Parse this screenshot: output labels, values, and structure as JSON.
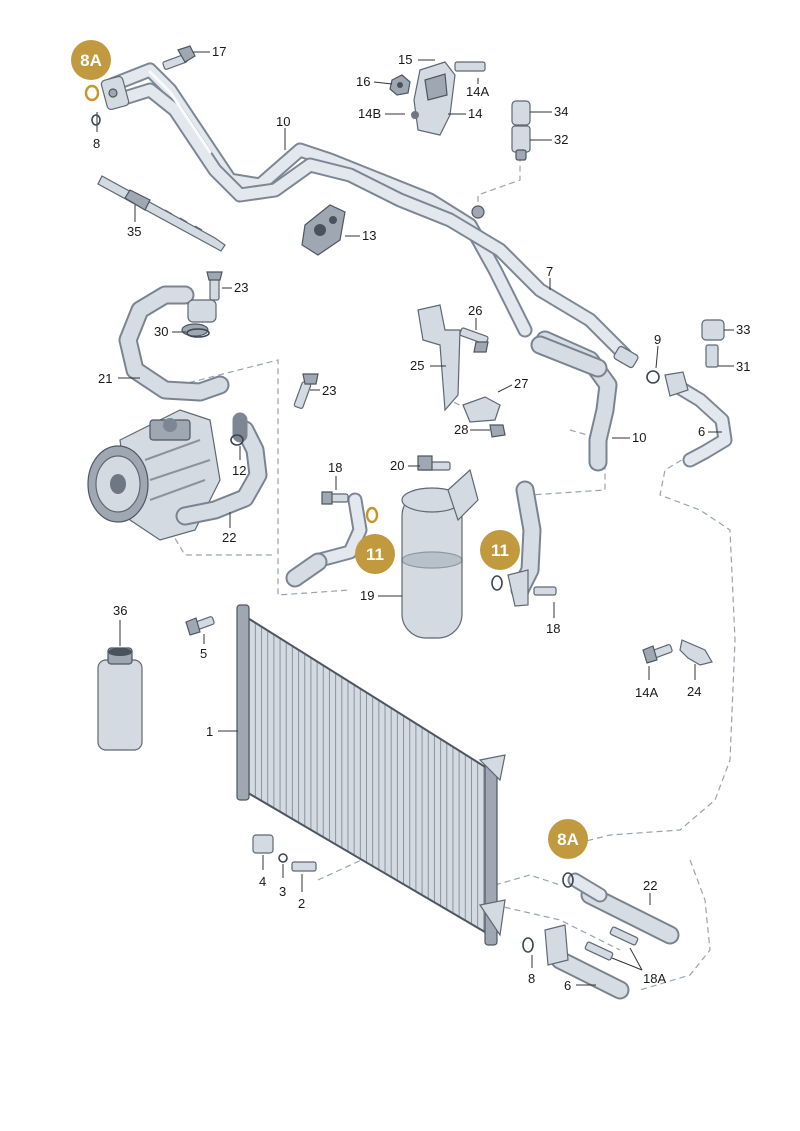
{
  "diagram": {
    "badge_color": "#c19a3f",
    "badges": [
      {
        "id": "8A-top",
        "label": "8A"
      },
      {
        "id": "11-left",
        "label": "11"
      },
      {
        "id": "11-right",
        "label": "11"
      },
      {
        "id": "8A-bottom",
        "label": "8A"
      }
    ],
    "callouts": [
      {
        "id": "c17",
        "label": "17"
      },
      {
        "id": "c15",
        "label": "15"
      },
      {
        "id": "c16",
        "label": "16"
      },
      {
        "id": "c14A-top",
        "label": "14A"
      },
      {
        "id": "c14B",
        "label": "14B"
      },
      {
        "id": "c14",
        "label": "14"
      },
      {
        "id": "c34",
        "label": "34"
      },
      {
        "id": "c32",
        "label": "32"
      },
      {
        "id": "c8-top",
        "label": "8"
      },
      {
        "id": "c10-top",
        "label": "10"
      },
      {
        "id": "c35",
        "label": "35"
      },
      {
        "id": "c13",
        "label": "13"
      },
      {
        "id": "c7",
        "label": "7"
      },
      {
        "id": "c23-top",
        "label": "23"
      },
      {
        "id": "c30",
        "label": "30"
      },
      {
        "id": "c26",
        "label": "26"
      },
      {
        "id": "c33",
        "label": "33"
      },
      {
        "id": "c9",
        "label": "9"
      },
      {
        "id": "c31",
        "label": "31"
      },
      {
        "id": "c25",
        "label": "25"
      },
      {
        "id": "c21",
        "label": "21"
      },
      {
        "id": "c23-mid",
        "label": "23"
      },
      {
        "id": "c27",
        "label": "27"
      },
      {
        "id": "c28",
        "label": "28"
      },
      {
        "id": "c10-mid",
        "label": "10"
      },
      {
        "id": "c6-mid",
        "label": "6"
      },
      {
        "id": "c12",
        "label": "12"
      },
      {
        "id": "c18-top",
        "label": "18"
      },
      {
        "id": "c20",
        "label": "20"
      },
      {
        "id": "c22-mid",
        "label": "22"
      },
      {
        "id": "c19",
        "label": "19"
      },
      {
        "id": "c36",
        "label": "36"
      },
      {
        "id": "c18-bot",
        "label": "18"
      },
      {
        "id": "c5",
        "label": "5"
      },
      {
        "id": "c14A-bot",
        "label": "14A"
      },
      {
        "id": "c24",
        "label": "24"
      },
      {
        "id": "c1",
        "label": "1"
      },
      {
        "id": "c4",
        "label": "4"
      },
      {
        "id": "c3",
        "label": "3"
      },
      {
        "id": "c2",
        "label": "2"
      },
      {
        "id": "c22-bot",
        "label": "22"
      },
      {
        "id": "c8-bot",
        "label": "8"
      },
      {
        "id": "c6-bot",
        "label": "6"
      },
      {
        "id": "c18A",
        "label": "18A"
      }
    ]
  }
}
